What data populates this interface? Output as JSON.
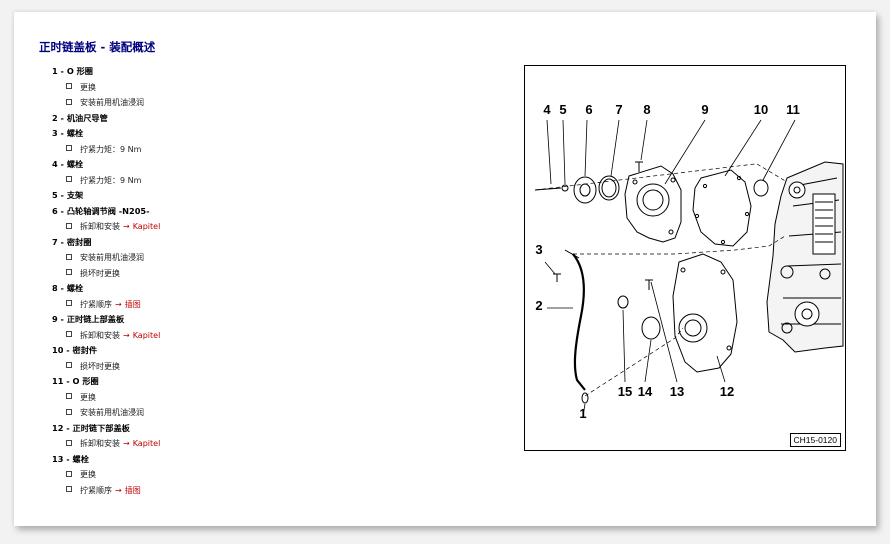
{
  "page_title": "正时链盖板 - 装配概述",
  "items": [
    {
      "num": "1",
      "name": "O 形圈",
      "notes": [
        {
          "text": "更换"
        },
        {
          "text": "安装前用机油浸润"
        }
      ]
    },
    {
      "num": "2",
      "name": "机油尺导管",
      "notes": []
    },
    {
      "num": "3",
      "name": "螺栓",
      "notes": [
        {
          "text": "拧紧力矩：9 Nm"
        }
      ]
    },
    {
      "num": "4",
      "name": "螺栓",
      "notes": [
        {
          "text": "拧紧力矩：9 Nm"
        }
      ]
    },
    {
      "num": "5",
      "name": "支架",
      "notes": []
    },
    {
      "num": "6",
      "name": "凸轮轴调节阀 -N205-",
      "notes": [
        {
          "text": "拆卸和安装",
          "link": "Kapitel"
        }
      ]
    },
    {
      "num": "7",
      "name": "密封圈",
      "notes": [
        {
          "text": "安装前用机油浸润"
        },
        {
          "text": "损坏时更换"
        }
      ]
    },
    {
      "num": "8",
      "name": "螺栓",
      "notes": [
        {
          "text": "拧紧顺序",
          "link": "插图"
        }
      ]
    },
    {
      "num": "9",
      "name": "正时链上部盖板",
      "notes": [
        {
          "text": "拆卸和安装",
          "link": "Kapitel"
        }
      ]
    },
    {
      "num": "10",
      "name": "密封件",
      "notes": [
        {
          "text": "损坏时更换"
        }
      ]
    },
    {
      "num": "11",
      "name": "O 形圈",
      "notes": [
        {
          "text": "更换"
        },
        {
          "text": "安装前用机油浸润"
        }
      ]
    },
    {
      "num": "12",
      "name": "正时链下部盖板",
      "notes": [
        {
          "text": "拆卸和安装",
          "link": "Kapitel"
        }
      ]
    },
    {
      "num": "13",
      "name": "螺栓",
      "notes": [
        {
          "text": "更换"
        },
        {
          "text": "拧紧顺序",
          "link": "插图"
        }
      ]
    }
  ],
  "link_arrow": "→",
  "item_separator": " - ",
  "figure": {
    "code": "CH15-0120",
    "callouts": [
      "1",
      "2",
      "3",
      "4",
      "5",
      "6",
      "7",
      "8",
      "9",
      "10",
      "11",
      "12",
      "13",
      "14",
      "15"
    ]
  },
  "colors": {
    "title": "#000080",
    "link": "#c00000",
    "frame_bg": "#ffffff",
    "page_bg": "#f2f2f2"
  }
}
